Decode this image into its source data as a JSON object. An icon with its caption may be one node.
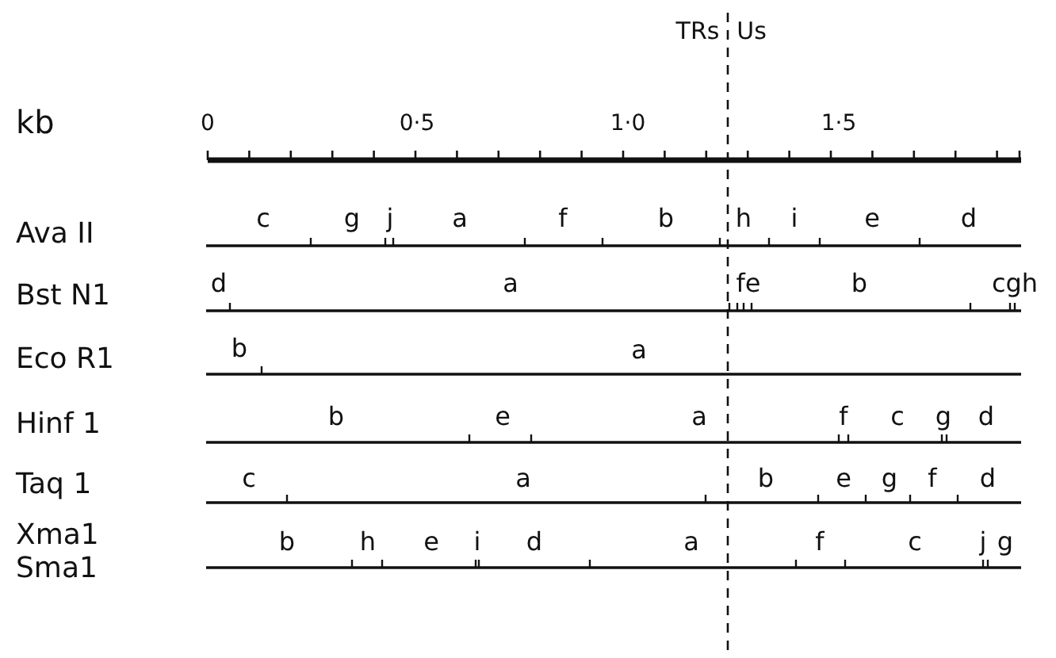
{
  "diagram": {
    "labels": [
      "TRs",
      "Us",
      "kb",
      "0",
      "0·5",
      "1·0",
      "1·5",
      "Ava II",
      "c",
      "g",
      "j",
      "a",
      "f",
      "b",
      "h",
      "i",
      "e",
      "d",
      "Bst N1",
      "d",
      "a",
      "fe",
      "b",
      "cgh",
      "Eco R1",
      "b",
      "a",
      "Hinf 1",
      "b",
      "e",
      "a",
      "f",
      "c",
      "g",
      "d",
      "Taq 1",
      "c",
      "a",
      "b",
      "e",
      "g",
      "f",
      "d",
      "Xma1",
      "Sma1",
      "b",
      "h",
      "e",
      "i",
      "d",
      "a",
      "f",
      "c",
      "j",
      "g"
    ]
  }
}
